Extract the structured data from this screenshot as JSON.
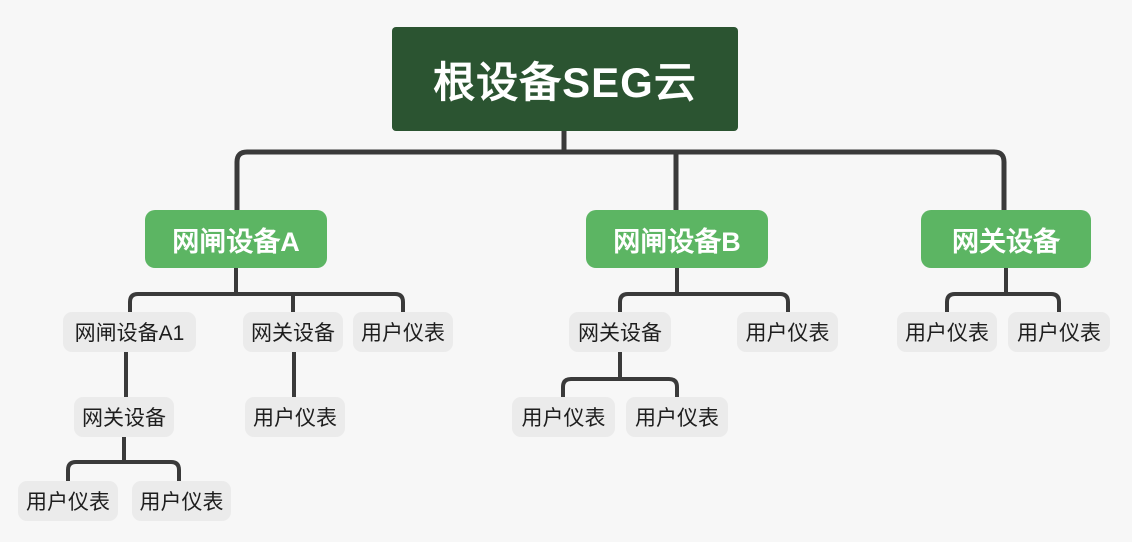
{
  "palette": {
    "page_bg": "#f7f7f7",
    "root_bg": "#2b5431",
    "branch_bg": "#5cb563",
    "leaf_bg": "#ebebeb",
    "line": "#3a3a3a",
    "root_text": "#ffffff",
    "branch_text": "#ffffff",
    "leaf_text": "#1e1e1e"
  },
  "tree": {
    "label": "根设备SEG云",
    "children": [
      {
        "label": "网闸设备A",
        "children": [
          {
            "label": "网闸设备A1",
            "children": [
              {
                "label": "网关设备",
                "children": [
                  {
                    "label": "用户仪表"
                  },
                  {
                    "label": "用户仪表"
                  }
                ]
              }
            ]
          },
          {
            "label": "网关设备",
            "children": [
              {
                "label": "用户仪表"
              }
            ]
          },
          {
            "label": "用户仪表"
          }
        ]
      },
      {
        "label": "网闸设备B",
        "children": [
          {
            "label": "网关设备",
            "children": [
              {
                "label": "用户仪表"
              },
              {
                "label": "用户仪表"
              }
            ]
          },
          {
            "label": "用户仪表"
          }
        ]
      },
      {
        "label": "网关设备",
        "children": [
          {
            "label": "用户仪表"
          },
          {
            "label": "用户仪表"
          }
        ]
      }
    ]
  }
}
